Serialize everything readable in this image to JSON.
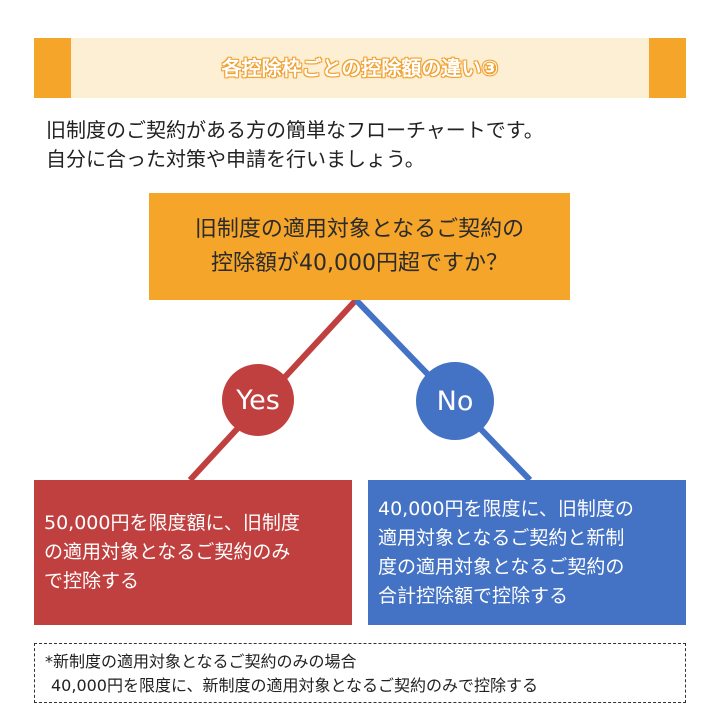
{
  "header": {
    "title": "各控除枠ごとの控除額の違い③"
  },
  "intro": {
    "lines": [
      "旧制度のご契約がある方の簡単なフローチャートです。",
      "自分に合った対策や申請を行いましょう。"
    ]
  },
  "question": {
    "lines": [
      "旧制度の適用対象となるご契約の",
      "控除額が40,000円超ですか？"
    ]
  },
  "yes": {
    "label": "Yes",
    "lines": [
      "50,000円を限度額に、旧制度",
      "の適用対象となるご契約のみ",
      "で控除する"
    ]
  },
  "no": {
    "label": "No",
    "lines": [
      "40,000円を限度に、旧制度の",
      "適用対象となるご契約と新制",
      "度の適用対象となるご契約の",
      "合計控除額で控除する"
    ]
  },
  "note": {
    "lines": [
      "*新制度の適用対象となるご契約のみの場合",
      "40,000円を限度に、新制度の適用対象となるご契約のみで控除する"
    ]
  },
  "colors": {
    "orange": "#f5a52a",
    "cream": "#fdefd3",
    "red": "#c0403f",
    "blue": "#4472c4"
  }
}
